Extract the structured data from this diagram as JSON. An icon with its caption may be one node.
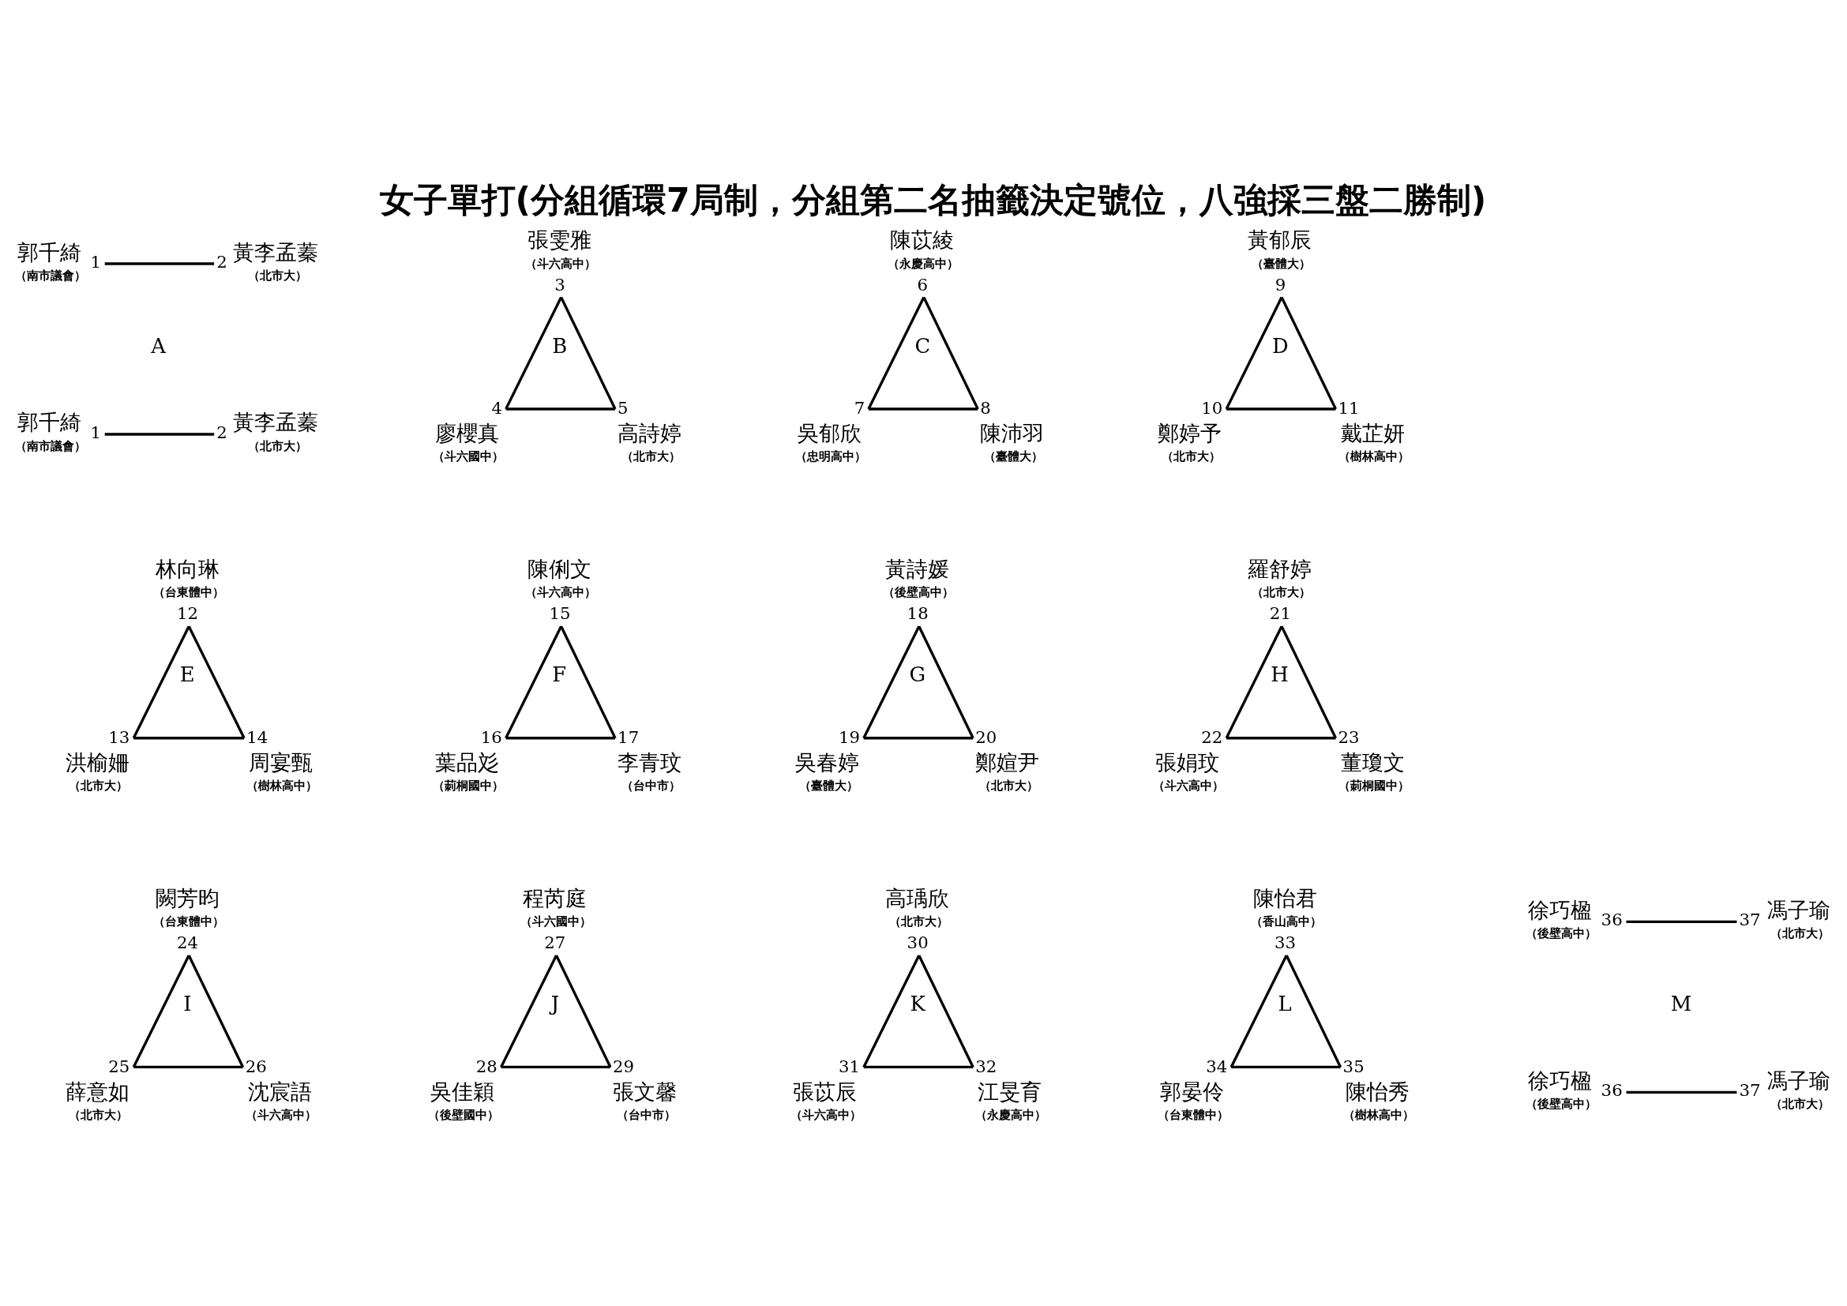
{
  "diagram": {
    "title": "女子單打(分組循環7局制，分組第二名抽籤決定號位，八強採三盤二勝制)",
    "nodes": [
      {
        "text": [
          "郭千綺",
          "（南市議會）"
        ],
        "beside": [
          "1"
        ]
      },
      {
        "text": [
          "黃李孟蓁",
          "（北市大）"
        ],
        "beside": [
          "2"
        ]
      },
      {
        "text": [
          "郭千綺",
          "（南市議會）"
        ],
        "beside": [
          "1"
        ]
      },
      {
        "text": [
          "黃李孟蓁",
          "（北市大）"
        ],
        "beside": [
          "2"
        ]
      },
      {
        "text": [
          "張雯雅",
          "（斗六高中）"
        ],
        "beside": [
          "3"
        ]
      },
      {
        "text": [
          "廖櫻真",
          "（斗六國中）"
        ],
        "beside": [
          "4"
        ]
      },
      {
        "text": [
          "高詩婷",
          "（北市大）"
        ],
        "beside": [
          "5"
        ]
      },
      {
        "text": [
          "陳苡綾",
          "（永慶高中）"
        ],
        "beside": [
          "6"
        ]
      },
      {
        "text": [
          "吳郁欣",
          "（忠明高中）"
        ],
        "beside": [
          "7"
        ]
      },
      {
        "text": [
          "陳沛羽",
          "（臺體大）"
        ],
        "beside": [
          "8"
        ]
      },
      {
        "text": [
          "黃郁辰",
          "（臺體大）"
        ],
        "beside": [
          "9"
        ]
      },
      {
        "text": [
          "鄭婷予",
          "（北市大）"
        ],
        "beside": [
          "10"
        ]
      },
      {
        "text": [
          "戴芷妍",
          "（樹林高中）"
        ],
        "beside": [
          "11"
        ]
      },
      {
        "text": [
          "林向琳",
          "（台東體中）"
        ],
        "beside": [
          "12"
        ]
      },
      {
        "text": [
          "洪榆姍",
          "（北市大）"
        ],
        "beside": [
          "13"
        ]
      },
      {
        "text": [
          "周宴甄",
          "（樹林高中）"
        ],
        "beside": [
          "14"
        ]
      },
      {
        "text": [
          "陳俐文",
          "（斗六高中）"
        ],
        "beside": [
          "15"
        ]
      },
      {
        "text": [
          "葉品彣",
          "（莿桐國中）"
        ],
        "beside": [
          "16"
        ]
      },
      {
        "text": [
          "李青玟",
          "（台中市）"
        ],
        "beside": [
          "17"
        ]
      },
      {
        "text": [
          "黃詩媛",
          "（後壁高中）"
        ],
        "beside": [
          "18"
        ]
      },
      {
        "text": [
          "吳春婷",
          "（臺體大）"
        ],
        "beside": [
          "19"
        ]
      },
      {
        "text": [
          "鄭媗尹",
          "（北市大）"
        ],
        "beside": [
          "20"
        ]
      },
      {
        "text": [
          "羅舒婷",
          "（北市大）"
        ],
        "beside": [
          "21"
        ]
      },
      {
        "text": [
          "張娟玟",
          "（斗六高中）"
        ],
        "beside": [
          "22"
        ]
      },
      {
        "text": [
          "董瓊文",
          "（莿桐國中）"
        ],
        "beside": [
          "23"
        ]
      },
      {
        "text": [
          "闕芳昀",
          "（台東體中）"
        ],
        "beside": [
          "24"
        ]
      },
      {
        "text": [
          "薛意如",
          "（北市大）"
        ],
        "beside": [
          "25"
        ]
      },
      {
        "text": [
          "沈宸語",
          "（斗六高中）"
        ],
        "beside": [
          "26"
        ]
      },
      {
        "text": [
          "程芮庭",
          "（斗六國中）"
        ],
        "beside": [
          "27"
        ]
      },
      {
        "text": [
          "吳佳穎",
          "（後壁國中）"
        ],
        "beside": [
          "28"
        ]
      },
      {
        "text": [
          "張文馨",
          "（台中市）"
        ],
        "beside": [
          "29"
        ]
      },
      {
        "text": [
          "高瑀欣",
          "（北市大）"
        ],
        "beside": [
          "30"
        ]
      },
      {
        "text": [
          "張苡辰",
          "（斗六高中）"
        ],
        "beside": [
          "31"
        ]
      },
      {
        "text": [
          "江旻育",
          "（永慶高中）"
        ],
        "beside": [
          "32"
        ]
      },
      {
        "text": [
          "陳怡君",
          "（香山高中）"
        ],
        "beside": [
          "33"
        ]
      },
      {
        "text": [
          "郭晏伶",
          "（台東體中）"
        ],
        "beside": [
          "34"
        ]
      },
      {
        "text": [
          "陳怡秀",
          "（樹林高中）"
        ],
        "beside": [
          "35"
        ]
      },
      {
        "text": [
          "徐巧楹",
          "（後壁高中）"
        ],
        "beside": [
          "36"
        ]
      },
      {
        "text": [
          "馮子瑜",
          "（北市大）"
        ],
        "beside": [
          "37"
        ]
      },
      {
        "text": [
          "徐巧楹",
          "（後壁高中）"
        ],
        "beside": [
          "36"
        ]
      },
      {
        "text": [
          "馮子瑜",
          "（北市大）"
        ],
        "beside": [
          "37"
        ]
      }
    ],
    "edges": [
      {
        "from": 0,
        "to": 1,
        "arrow": "none"
      },
      {
        "from": 2,
        "to": 3,
        "arrow": "none"
      },
      {
        "from": 4,
        "to": 5,
        "arrow": "none"
      },
      {
        "from": 4,
        "to": 6,
        "arrow": "none"
      },
      {
        "from": 5,
        "to": 6,
        "arrow": "none"
      },
      {
        "from": 7,
        "to": 8,
        "arrow": "none"
      },
      {
        "from": 7,
        "to": 9,
        "arrow": "none"
      },
      {
        "from": 8,
        "to": 9,
        "arrow": "none"
      },
      {
        "from": 10,
        "to": 11,
        "arrow": "none"
      },
      {
        "from": 10,
        "to": 12,
        "arrow": "none"
      },
      {
        "from": 11,
        "to": 12,
        "arrow": "none"
      },
      {
        "from": 13,
        "to": 14,
        "arrow": "none"
      },
      {
        "from": 13,
        "to": 15,
        "arrow": "none"
      },
      {
        "from": 14,
        "to": 15,
        "arrow": "none"
      },
      {
        "from": 16,
        "to": 17,
        "arrow": "none"
      },
      {
        "from": 16,
        "to": 18,
        "arrow": "none"
      },
      {
        "from": 17,
        "to": 18,
        "arrow": "none"
      },
      {
        "from": 19,
        "to": 20,
        "arrow": "none"
      },
      {
        "from": 19,
        "to": 21,
        "arrow": "none"
      },
      {
        "from": 20,
        "to": 21,
        "arrow": "none"
      },
      {
        "from": 22,
        "to": 23,
        "arrow": "none"
      },
      {
        "from": 22,
        "to": 24,
        "arrow": "none"
      },
      {
        "from": 23,
        "to": 24,
        "arrow": "none"
      },
      {
        "from": 25,
        "to": 26,
        "arrow": "none"
      },
      {
        "from": 25,
        "to": 27,
        "arrow": "none"
      },
      {
        "from": 26,
        "to": 27,
        "arrow": "none"
      },
      {
        "from": 28,
        "to": 29,
        "arrow": "none"
      },
      {
        "from": 28,
        "to": 30,
        "arrow": "none"
      },
      {
        "from": 29,
        "to": 30,
        "arrow": "none"
      },
      {
        "from": 31,
        "to": 32,
        "arrow": "none"
      },
      {
        "from": 31,
        "to": 33,
        "arrow": "none"
      },
      {
        "from": 32,
        "to": 33,
        "arrow": "none"
      },
      {
        "from": 34,
        "to": 35,
        "arrow": "none"
      },
      {
        "from": 34,
        "to": 36,
        "arrow": "none"
      },
      {
        "from": 35,
        "to": 36,
        "arrow": "none"
      },
      {
        "from": 37,
        "to": 38,
        "arrow": "none"
      },
      {
        "from": 39,
        "to": 40,
        "arrow": "none"
      }
    ],
    "labels": [
      "A",
      "B",
      "C",
      "D",
      "E",
      "F",
      "G",
      "H",
      "I",
      "J",
      "K",
      "L",
      "M"
    ]
  }
}
